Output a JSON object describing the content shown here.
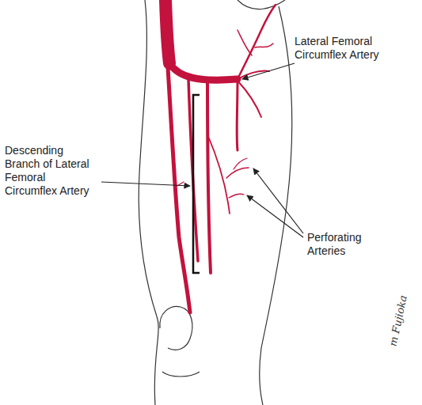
{
  "diagram": {
    "labels": [
      "Lateral Femoral Circumflex Artery",
      "Descending Branch of Lateral Femoral Circumflex Artery",
      "Perforating Arteries",
      "m Fujioka"
    ]
  }
}
